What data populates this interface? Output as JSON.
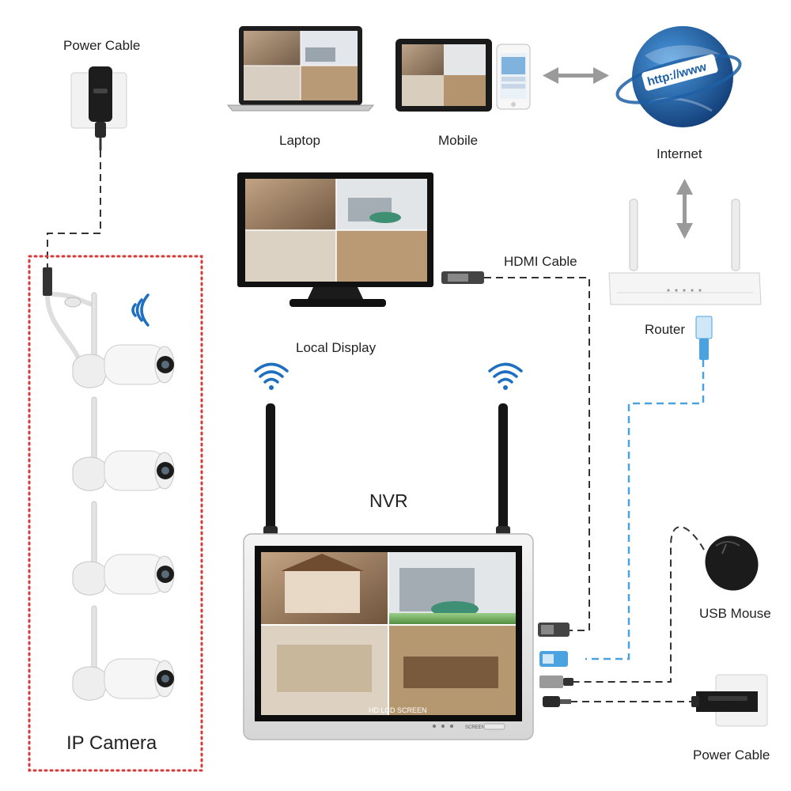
{
  "labels": {
    "power_cable_top": "Power Cable",
    "laptop": "Laptop",
    "mobile": "Mobile",
    "internet": "Internet",
    "internet_badge": "http://www",
    "hdmi_cable": "HDMI Cable",
    "router": "Router",
    "local_display": "Local Display",
    "nvr": "NVR",
    "usb_mouse": "USB Mouse",
    "power_cable_bottom": "Power Cable",
    "ip_camera": "IP Camera",
    "nvr_screen_caption": "HD LCD SCREEN",
    "nvr_button_label": "SCREEN"
  },
  "colors": {
    "background": "#ffffff",
    "camera_group_border": "#d63a3a",
    "network_cable": "#4aa3df",
    "globe": "#1d5fa6",
    "wifi_signal": "#1f6fc0",
    "dashed_line": "#333333"
  },
  "icons": {
    "wifi": "wifi-signal-icon",
    "double_arrow": "double-arrow-icon",
    "globe": "globe-icon"
  }
}
